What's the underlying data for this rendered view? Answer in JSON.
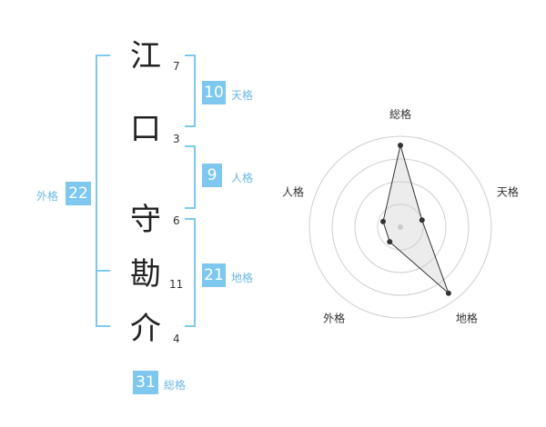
{
  "name_chars": [
    {
      "char": "江",
      "strokes": "7"
    },
    {
      "char": "口",
      "strokes": "3"
    },
    {
      "char": "守",
      "strokes": "6"
    },
    {
      "char": "勘",
      "strokes": "11"
    },
    {
      "char": "介",
      "strokes": "4"
    }
  ],
  "kakusu": {
    "tenkaku": {
      "label": "天格",
      "value": "10"
    },
    "jinkaku": {
      "label": "人格",
      "value": "9"
    },
    "chikaku": {
      "label": "地格",
      "value": "21"
    },
    "gaikaku": {
      "label": "外格",
      "value": "22"
    },
    "soukaku": {
      "label": "総格",
      "value": "31"
    }
  },
  "colors": {
    "accent": "#7ec8f0",
    "accent_text": "#6cb8e6"
  },
  "chart_data": {
    "type": "radar",
    "axes": [
      "総格",
      "天格",
      "地格",
      "外格",
      "人格"
    ],
    "values": [
      31,
      10,
      21,
      22,
      9
    ],
    "point_radii": [
      0.9,
      0.25,
      0.9,
      0.2,
      0.2
    ],
    "rings": 4
  }
}
